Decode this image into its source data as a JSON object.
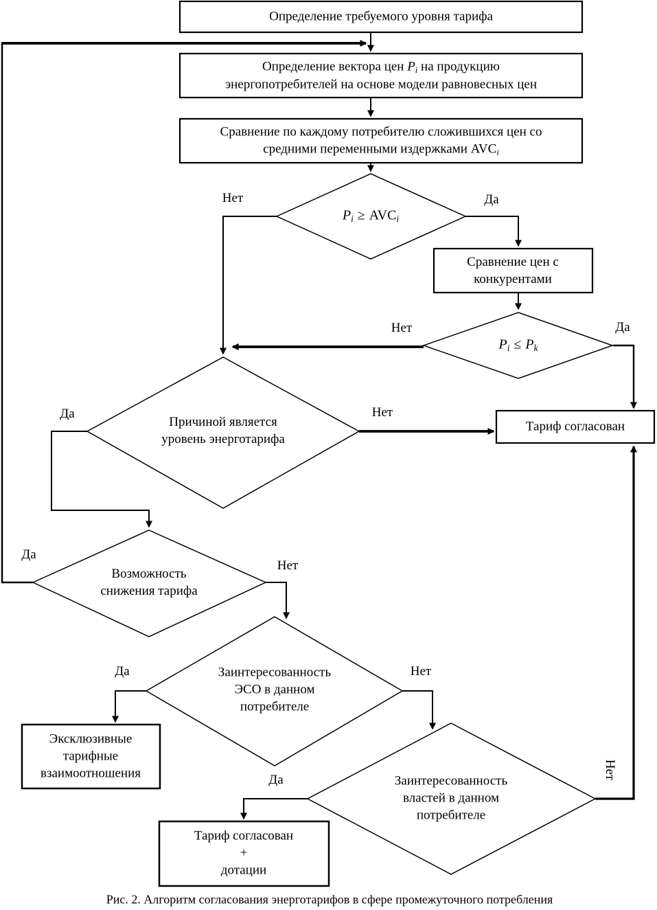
{
  "caption": "Рис. 2. Алгоритм согласования энерготарифов в сфере промежуточного потребления",
  "colors": {
    "ink": "#000000",
    "paper": "#ffffff"
  },
  "nodes": {
    "box1": {
      "text": "Определение требуемого уровня тарифа"
    },
    "box2": {
      "l1_pre": "Определение вектора цен ",
      "l1_var": "P",
      "l1_sub": "i",
      "l1_post": " на продукцию",
      "line2": "энергопотребителей на основе модели равновесных цен"
    },
    "box3": {
      "line1": "Сравнение по каждому потребителю сложившихся цен со",
      "l2_pre": "средними переменными издержками ",
      "l2_var": "AVC",
      "l2_sub": "i"
    },
    "decision1": {
      "lhs": "P",
      "lhs_sub": "i",
      "op": "≥",
      "rhs": "AVC",
      "rhs_sub": "i"
    },
    "box4": {
      "text": "Сравнение цен с\nконкурентами"
    },
    "decision2": {
      "lhs": "P",
      "lhs_sub": "i",
      "op": "≤",
      "rhs": "P",
      "rhs_sub": "k"
    },
    "decision3": {
      "text": "Причиной является\nуровень энерготарифа"
    },
    "box5": {
      "text": "Тариф согласован"
    },
    "decision4": {
      "text": "Возможность\nснижения тарифа"
    },
    "decision5": {
      "text": "Заинтересованность\nЭСО в данном\nпотребителе"
    },
    "box6": {
      "text": "Эксклюзивные\nтарифные\nвзаимоотношения"
    },
    "decision6": {
      "text": "Заинтересованность\nвластей в данном\nпотребителе"
    },
    "box7": {
      "text": "Тариф согласован\n+\nдотации"
    }
  },
  "labels": {
    "d1_no": "Нет",
    "d1_yes": "Да",
    "d2_no": "Нет",
    "d2_yes": "Да",
    "d3_yes": "Да",
    "d3_no": "Нет",
    "d4_yes": "Да",
    "d4_no": "Нет",
    "d5_yes": "Да",
    "d5_no": "Нет",
    "d6_yes": "Да",
    "d6_no": "Нет"
  }
}
